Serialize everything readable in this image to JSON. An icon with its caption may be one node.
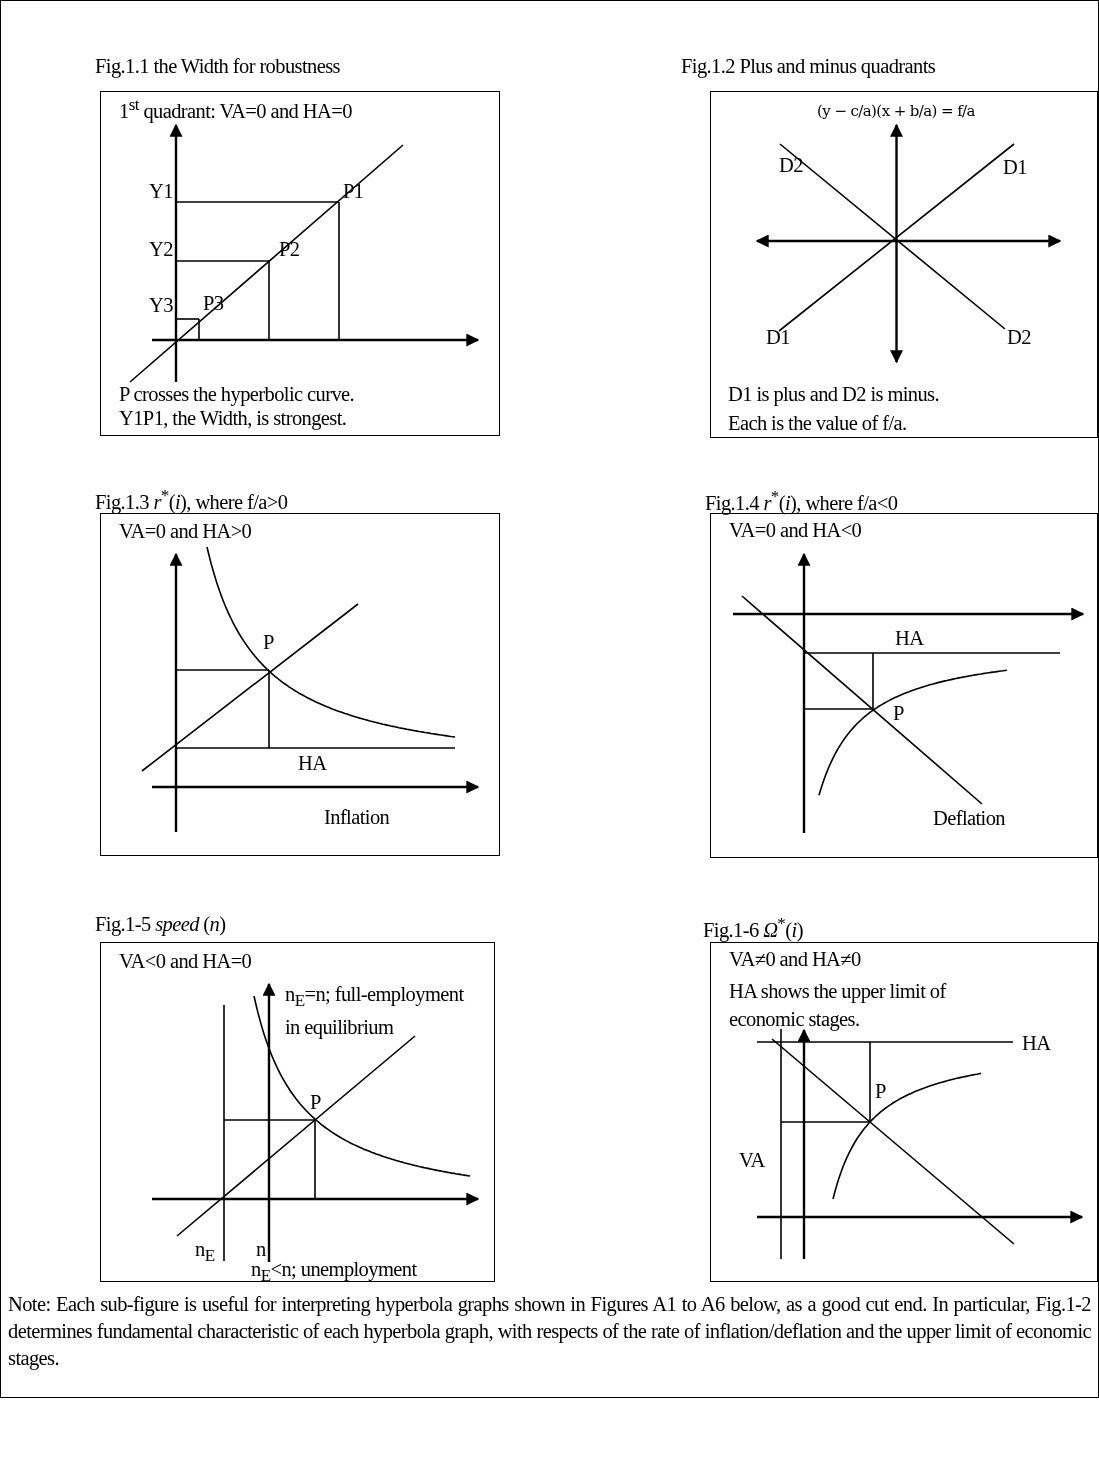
{
  "diagram": {
    "nodes": [
      {
        "text": [
          "Note: Each sub-figure is useful for interpreting hyperbola graphs shown in Figures A1 to A6 below, as a good cut end.  In particular, Fig.1-2 determines fundamental characteristic of each hyperbola graph, with respects of the rate of inflation/deflation and the upper limit of economic stages."
        ]
      },
      {
        "text": [
          "Fig.1.1 the Width for robustness",
          "1$^{st}$ quadrant: VA=0 and HA=0",
          "P crosses the hyperbolic curve.",
          "Y1P1, the Width, is strongest."
        ],
        "in": 0
      },
      {
        "text": [
          "Fig.1.2 Plus and minus quadrants",
          "(y − c/a)(x + b/a) = f/a",
          "D1 is plus and D2 is minus.",
          "Each is the value of f/a."
        ],
        "in": 0
      },
      {
        "text": [
          "Fig.1.3 *r*$^{*}$(*i*), where f/a>0",
          "VA=0 and HA>0"
        ],
        "in": 0
      },
      {
        "text": [
          "Fig.1.4 *r*$^{*}$(*i*), where f/a<0",
          "VA=0 and HA<0"
        ],
        "in": 0
      },
      {
        "text": [
          "Fig.1-5 *speed* (*n*)",
          "VA<0 and HA=0"
        ],
        "in": 0
      },
      {
        "text": [
          "Fig.1-6 *Ω*$^{*}$(*i*)",
          "VA≠0 and HA≠0",
          "HA shows the upper limit of economic stages."
        ],
        "in": 0
      }
    ],
    "labels": [
      "Y1",
      "P1",
      "Y2",
      "P2",
      "Y3",
      "P3",
      "D2",
      "D1",
      "D1",
      "D2",
      "P",
      "HA",
      "Inflation",
      "HA",
      "P",
      "Deflation",
      "n$_{E}$=n; full-employment in equilibrium",
      "P",
      "n$_{E}$",
      "n",
      "n$_{E}$<n; unemployment",
      "HA",
      "P",
      "VA"
    ]
  }
}
